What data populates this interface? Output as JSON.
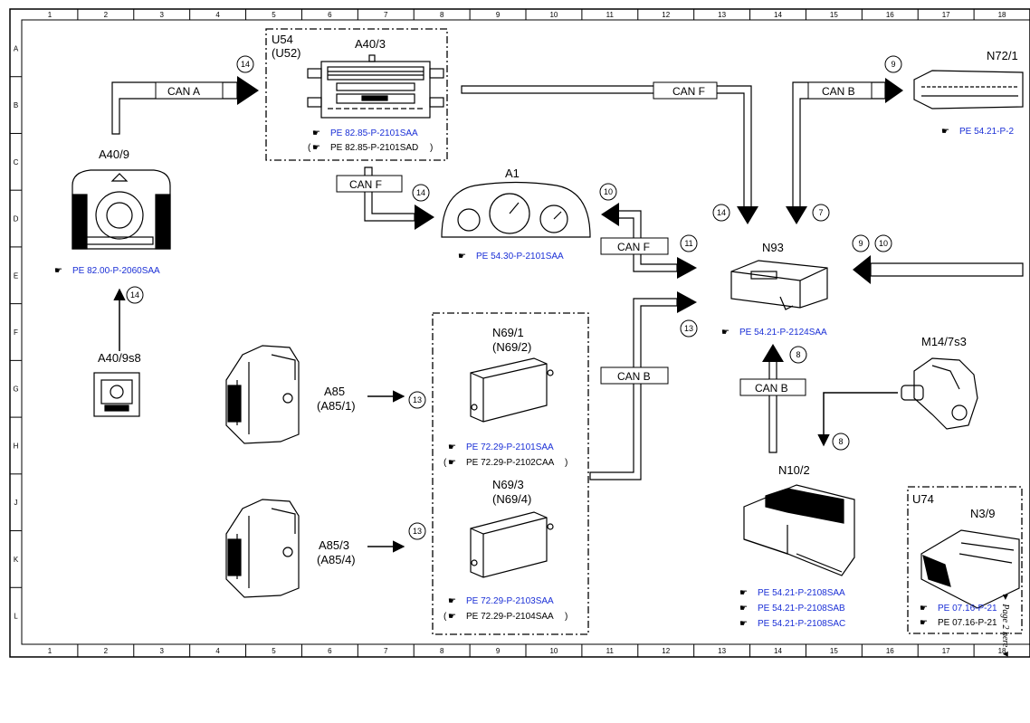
{
  "grid": {
    "columns": [
      "1",
      "2",
      "3",
      "4",
      "5",
      "6",
      "7",
      "8",
      "9",
      "10",
      "11",
      "12",
      "13",
      "14",
      "15",
      "16",
      "17",
      "18"
    ],
    "rows": [
      "A",
      "B",
      "C",
      "D",
      "E",
      "F",
      "G",
      "H",
      "J",
      "K",
      "L"
    ]
  },
  "components": {
    "u54": {
      "label": "U54",
      "alt": "(U52)"
    },
    "a40_3": {
      "label": "A40/3",
      "ref1": "PE 82.85-P-2101SAA",
      "ref2": "PE 82.85-P-2101SAD"
    },
    "n72_1": {
      "label": "N72/1",
      "ref": "PE 54.21-P-2"
    },
    "a40_9": {
      "label": "A40/9",
      "ref": "PE 82.00-P-2060SAA"
    },
    "a1": {
      "label": "A1",
      "ref": "PE 54.30-P-2101SAA"
    },
    "n93": {
      "label": "N93",
      "ref": "PE 54.21-P-2124SAA"
    },
    "a40_9s8": {
      "label": "A40/9s8"
    },
    "a85": {
      "label": "A85",
      "alt": "(A85/1)"
    },
    "n69_1": {
      "label": "N69/1",
      "alt": "(N69/2)",
      "ref1": "PE 72.29-P-2101SAA",
      "ref2": "PE 72.29-P-2102CAA"
    },
    "m14_7s3": {
      "label": "M14/7s3"
    },
    "n69_3": {
      "label": "N69/3",
      "alt": "(N69/4)",
      "ref1": "PE 72.29-P-2103SAA",
      "ref2": "PE 72.29-P-2104SAA"
    },
    "a85_3": {
      "label": "A85/3",
      "alt": "(A85/4)"
    },
    "n10_2": {
      "label": "N10/2",
      "ref1": "PE 54.21-P-2108SAA",
      "ref2": "PE 54.21-P-2108SAB",
      "ref3": "PE 54.21-P-2108SAC"
    },
    "u74": {
      "label": "U74"
    },
    "n3_9": {
      "label": "N3/9",
      "ref1": "PE 07.16-P-21",
      "ref2": "PE 07.16-P-21"
    }
  },
  "buses": {
    "can_a": "CAN A",
    "can_b": "CAN B",
    "can_f": "CAN F"
  },
  "signals": {
    "s7": "7",
    "s8": "8",
    "s9": "9",
    "s10": "10",
    "s11": "11",
    "s13": "13",
    "s14": "14"
  },
  "side_note": "► Page 2 here ▼"
}
